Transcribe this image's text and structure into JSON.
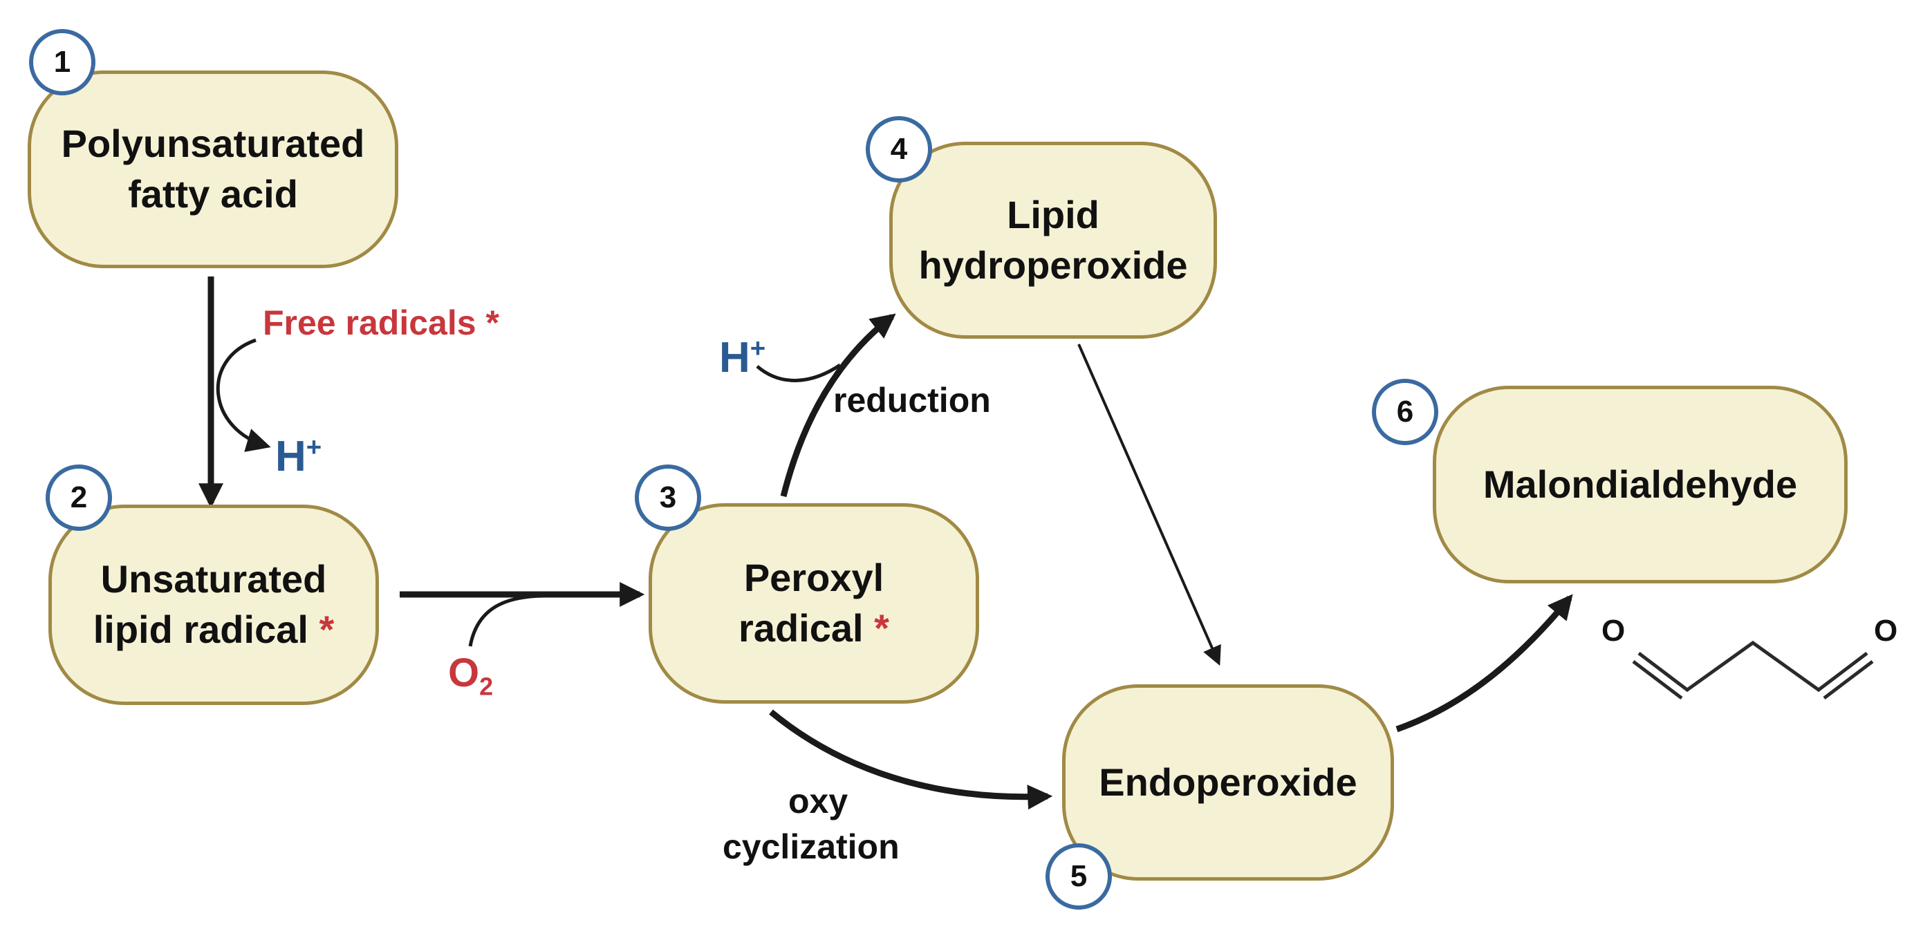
{
  "nodes": {
    "n1": {
      "badge": "1",
      "line1": "Polyunsaturated",
      "line2": "fatty acid"
    },
    "n2": {
      "badge": "2",
      "line1": "Unsaturated",
      "line2": "lipid radical",
      "star": "*"
    },
    "n3": {
      "badge": "3",
      "line1": "Peroxyl",
      "line2": "radical",
      "star": "*"
    },
    "n4": {
      "badge": "4",
      "line1": "Lipid",
      "line2": "hydroperoxide"
    },
    "n5": {
      "badge": "5",
      "line1": "Endoperoxide"
    },
    "n6": {
      "badge": "6",
      "line1": "Malondialdehyde"
    }
  },
  "labels": {
    "free_radicals": "Free radicals",
    "free_radicals_star": "*",
    "h_plus_1": {
      "base": "H",
      "sup": "+"
    },
    "h_plus_2": {
      "base": "H",
      "sup": "+"
    },
    "o2": {
      "base": "O",
      "sub": "2"
    },
    "reduction": "reduction",
    "oxy": "oxy",
    "cyclization": "cyclization",
    "molecule_o_left": "O",
    "molecule_o_right": "O"
  },
  "colors": {
    "node_fill": "#f5f1d4",
    "node_border": "#a08a45",
    "badge_border": "#3a6aa0",
    "red_accent": "#c8373c",
    "blue_accent": "#2a5a92",
    "arrow": "#1a1a1a"
  }
}
